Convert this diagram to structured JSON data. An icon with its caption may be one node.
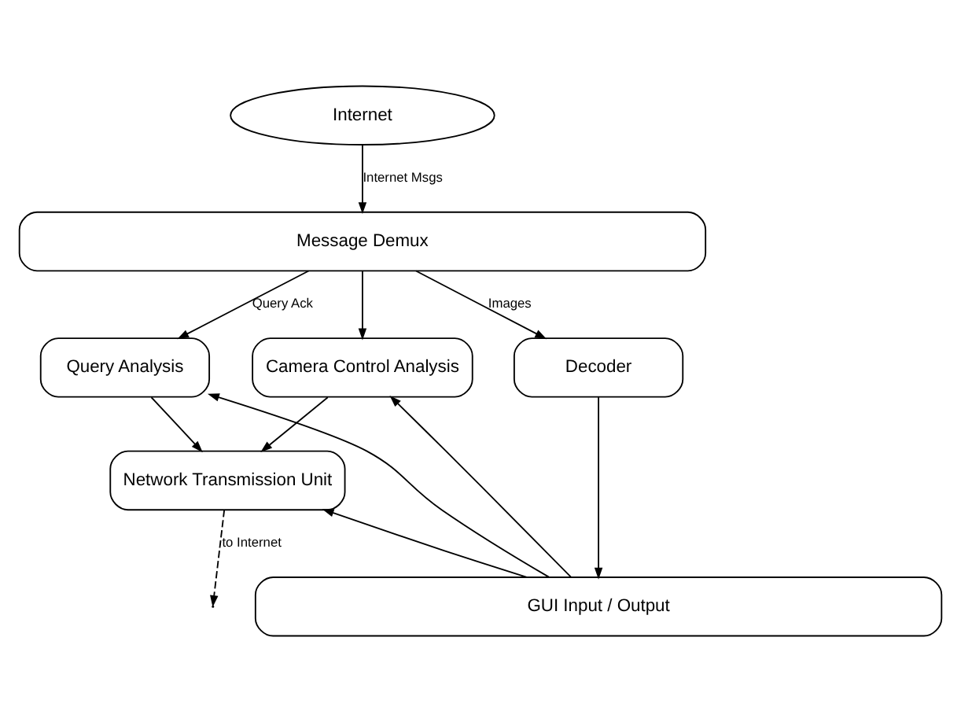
{
  "diagram": {
    "nodes": [
      {
        "text": [
          "Internet"
        ]
      },
      {
        "text": [
          "Message Demux"
        ]
      },
      {
        "text": [
          "Query Analysis"
        ]
      },
      {
        "text": [
          "Camera Control Analysis"
        ]
      },
      {
        "text": [
          "Decoder"
        ]
      },
      {
        "text": [
          "Network Transmission Unit"
        ]
      },
      {
        "text": [
          "GUI Input / Output"
        ]
      }
    ],
    "edges": [
      {
        "from": 0,
        "to": 1,
        "arrow": "to",
        "label": "Internet Msgs"
      },
      {
        "from": 1,
        "to": 2,
        "arrow": "to",
        "label": "Query Ack"
      },
      {
        "from": 1,
        "to": 3,
        "arrow": "to"
      },
      {
        "from": 1,
        "to": 4,
        "arrow": "to",
        "label": "Images"
      },
      {
        "from": 2,
        "to": 5,
        "arrow": "to"
      },
      {
        "from": 3,
        "to": 5,
        "arrow": "to"
      },
      {
        "from": 5,
        "to": null,
        "arrow": "to",
        "label": "to Internet",
        "style": "dashed"
      },
      {
        "from": 6,
        "to": 2,
        "arrow": "to"
      },
      {
        "from": 6,
        "to": 5,
        "arrow": "to"
      },
      {
        "from": 6,
        "to": 3,
        "arrow": "to"
      },
      {
        "from": 4,
        "to": 6,
        "arrow": "to"
      }
    ]
  }
}
